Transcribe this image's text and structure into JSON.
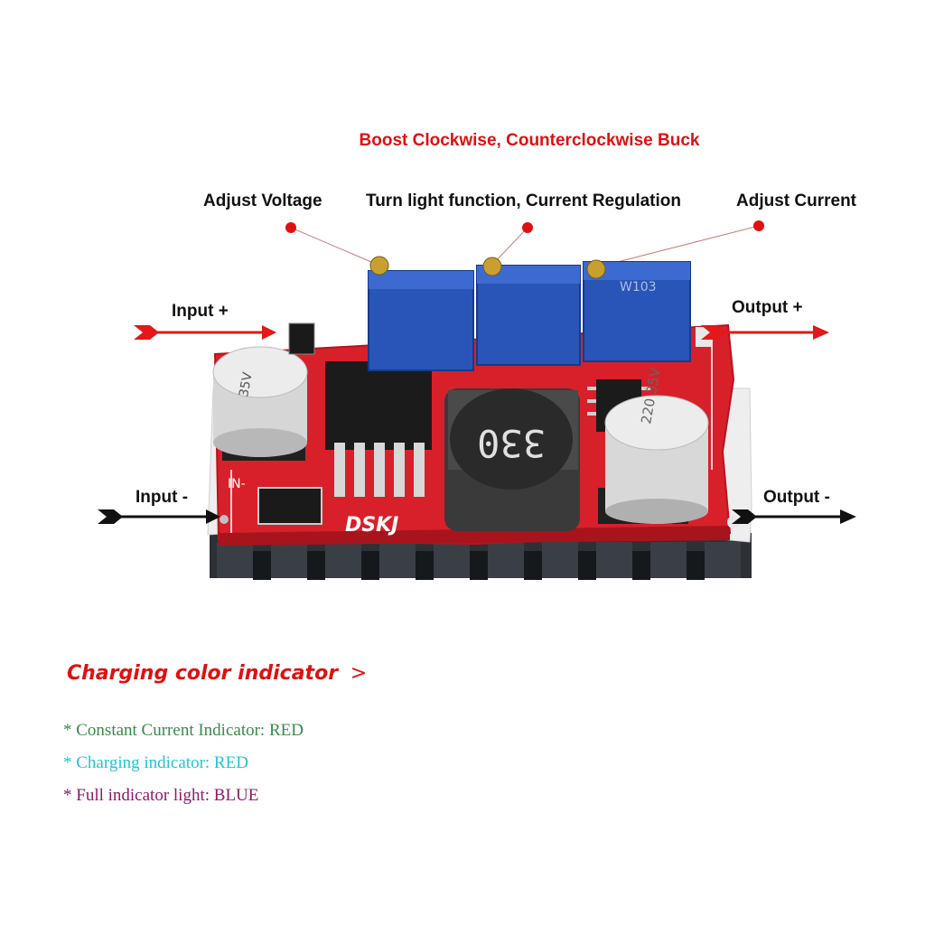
{
  "title": "Boost Clockwise, Counterclockwise Buck",
  "potentiometers": [
    {
      "label": "Adjust Voltage"
    },
    {
      "label": "Turn light function, Current Regulation"
    },
    {
      "label": "Adjust Current"
    }
  ],
  "terminals": {
    "input_plus": "Input +",
    "input_minus": "Input -",
    "output_plus": "Output +",
    "output_minus": "Output -"
  },
  "board": {
    "brand": "DSKJ",
    "inductor_code": "330",
    "pot_code": "W103",
    "capacitor_left": "35V",
    "capacitor_right": "220 35V",
    "pin_label": "IN-"
  },
  "indicator": {
    "heading": "Charging color indicator",
    "chevron": ">",
    "items": [
      {
        "text": "* Constant Current Indicator: RED",
        "color": "#3a8a4a"
      },
      {
        "text": "* Charging indicator: RED",
        "color": "#22c4d4"
      },
      {
        "text": "* Full indicator light:  BLUE",
        "color": "#8a1a6a"
      }
    ]
  },
  "colors": {
    "accent_red": "#e01010",
    "pcb_red": "#d8202a",
    "pot_blue": "#2a55b8",
    "arrow_red": "#e41818",
    "arrow_black": "#111111"
  }
}
